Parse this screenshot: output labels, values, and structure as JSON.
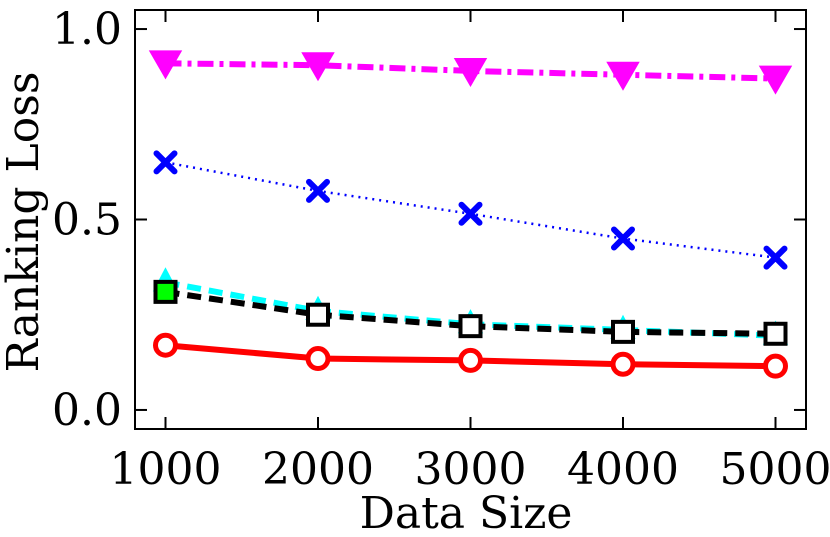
{
  "chart_data": {
    "type": "line",
    "title": "",
    "xlabel": "Data Size",
    "ylabel": "Ranking Loss",
    "x": [
      1000,
      2000,
      3000,
      4000,
      5000
    ],
    "x_tick_labels": [
      "1000",
      "2000",
      "3000",
      "4000",
      "5000"
    ],
    "y_tick_labels": [
      "0.0",
      "0.5",
      "1.0"
    ],
    "y_ticks": [
      0.0,
      0.5,
      1.0
    ],
    "xlim": [
      800,
      5200
    ],
    "ylim": [
      -0.05,
      1.05
    ],
    "grid": false,
    "legend": "none",
    "series": [
      {
        "color": "#ff00ff",
        "line_style": "dash-dot",
        "marker": "triangle-down",
        "values": [
          0.91,
          0.905,
          0.89,
          0.88,
          0.87
        ]
      },
      {
        "color": "#0000ff",
        "line_style": "dotted",
        "marker": "x",
        "values": [
          0.65,
          0.575,
          0.515,
          0.45,
          0.4
        ]
      },
      {
        "color": "#00ffff",
        "line_style": "dashed",
        "marker": "triangle-up",
        "values": [
          0.335,
          0.26,
          0.225,
          0.21,
          0.195
        ]
      },
      {
        "color": "#000000",
        "line_style": "dashed",
        "marker": "square",
        "marker_fill_first": "#00ff00",
        "values": [
          0.31,
          0.25,
          0.22,
          0.205,
          0.2
        ]
      },
      {
        "color": "#ff0000",
        "line_style": "solid",
        "marker": "circle",
        "values": [
          0.17,
          0.135,
          0.13,
          0.12,
          0.115
        ]
      }
    ]
  }
}
